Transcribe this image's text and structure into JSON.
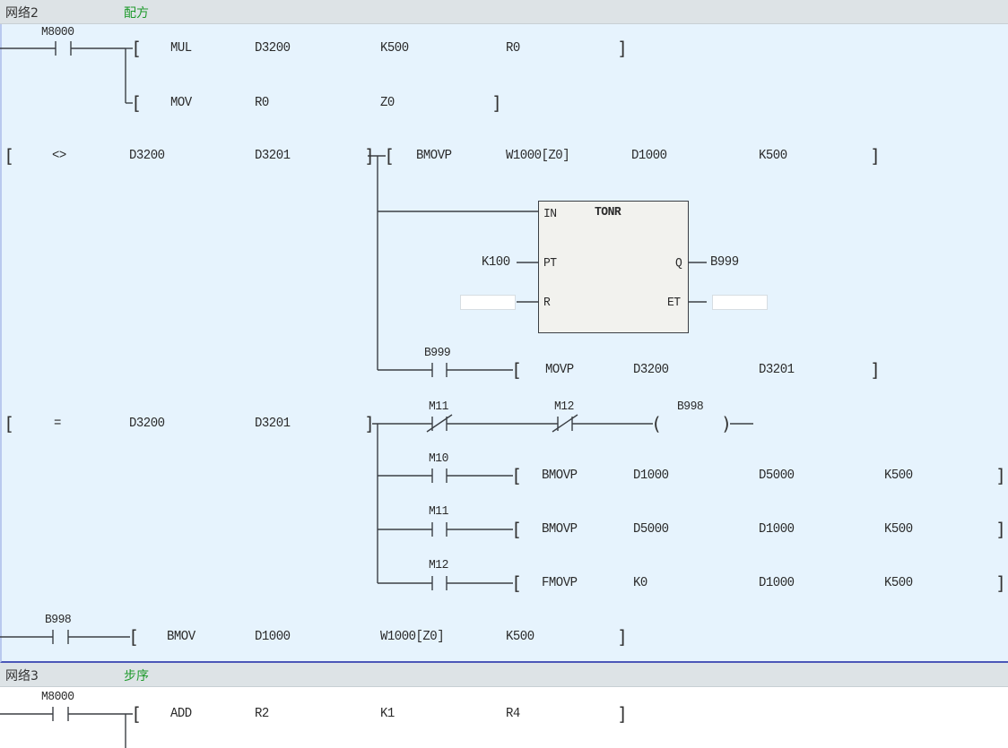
{
  "networks": [
    {
      "label": "网络2",
      "comment": "配方",
      "rungs": {
        "r1": {
          "contact": "M8000",
          "ins1": {
            "op": "MUL",
            "args": [
              "D3200",
              "K500",
              "R0"
            ]
          },
          "ins2": {
            "op": "MOV",
            "args": [
              "R0",
              "Z0"
            ]
          }
        },
        "r2": {
          "compare": {
            "op": "<>",
            "args": [
              "D3200",
              "D3201"
            ]
          },
          "ins1": {
            "op": "BMOVP",
            "args": [
              "W1000[Z0]",
              "D1000",
              "K500"
            ]
          },
          "timer": {
            "type": "TONR",
            "pins": {
              "in": "IN",
              "pt": "PT",
              "r": "R",
              "q": "Q",
              "et": "ET"
            },
            "pt_value": "K100",
            "q_value": "B999",
            "r_value": "",
            "et_value": ""
          },
          "branch_contact": "B999",
          "branch_ins": {
            "op": "MOVP",
            "args": [
              "D3200",
              "D3201"
            ]
          }
        },
        "r3": {
          "compare": {
            "op": "=",
            "args": [
              "D3200",
              "D3201"
            ]
          },
          "nc1": "M11",
          "nc2": "M12",
          "coil": "B998",
          "b1": {
            "contact": "M10",
            "op": "BMOVP",
            "args": [
              "D1000",
              "D5000",
              "K500"
            ]
          },
          "b2": {
            "contact": "M11",
            "op": "BMOVP",
            "args": [
              "D5000",
              "D1000",
              "K500"
            ]
          },
          "b3": {
            "contact": "M12",
            "op": "FMOVP",
            "args": [
              "K0",
              "D1000",
              "K500"
            ]
          }
        },
        "r4": {
          "contact": "B998",
          "ins": {
            "op": "BMOV",
            "args": [
              "D1000",
              "W1000[Z0]",
              "K500"
            ]
          }
        }
      }
    },
    {
      "label": "网络3",
      "comment": "步序",
      "rungs": {
        "r1": {
          "contact": "M8000",
          "ins": {
            "op": "ADD",
            "args": [
              "R2",
              "K1",
              "R4"
            ]
          }
        }
      }
    }
  ]
}
